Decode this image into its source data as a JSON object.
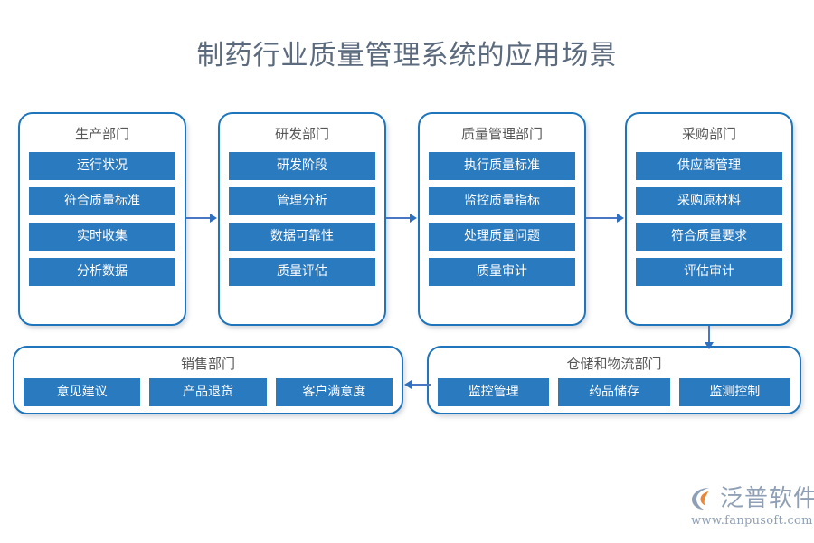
{
  "page": {
    "title": "制药行业质量管理系统的应用场景",
    "background": "#ffffff",
    "accent": "#2a7ac0",
    "border_color": "#1e75bb",
    "title_color": "#5b6a7d",
    "connector_color": "#2f6fc0"
  },
  "cards": {
    "production": {
      "title": "生产部门",
      "items": [
        "运行状况",
        "符合质量标准",
        "实时收集",
        "分析数据"
      ]
    },
    "rd": {
      "title": "研发部门",
      "items": [
        "研发阶段",
        "管理分析",
        "数据可靠性",
        "质量评估"
      ]
    },
    "quality": {
      "title": "质量管理部门",
      "items": [
        "执行质量标准",
        "监控质量指标",
        "处理质量问题",
        "质量审计"
      ]
    },
    "purchase": {
      "title": "采购部门",
      "items": [
        "供应商管理",
        "采购原材料",
        "符合质量要求",
        "评估审计"
      ]
    },
    "sales": {
      "title": "销售部门",
      "items": [
        "意见建议",
        "产品退货",
        "客户满意度"
      ]
    },
    "warehouse": {
      "title": "仓储和物流部门",
      "items": [
        "监控管理",
        "药品储存",
        "监测控制"
      ]
    }
  },
  "connectors": [
    {
      "name": "production-to-rd",
      "direction": "right"
    },
    {
      "name": "rd-to-quality",
      "direction": "right"
    },
    {
      "name": "quality-to-purchase",
      "direction": "right"
    },
    {
      "name": "purchase-to-warehouse",
      "direction": "down"
    },
    {
      "name": "warehouse-to-sales",
      "direction": "left"
    }
  ],
  "logo": {
    "name": "泛普软件",
    "url": "www.fanpusoft.com",
    "mark_color": "#8fa0b6",
    "mark_accent": "#e8883a"
  }
}
